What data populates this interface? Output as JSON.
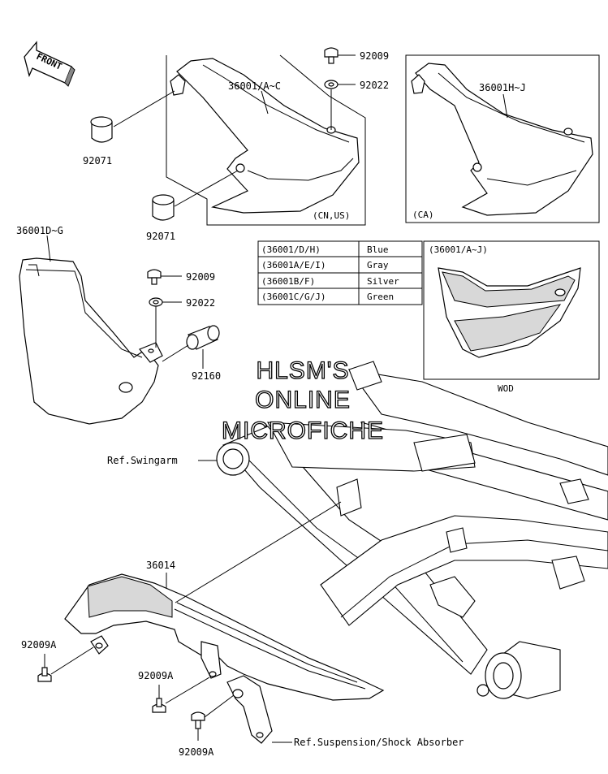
{
  "front_label": "FRONT",
  "callouts": {
    "bolt_top": "92009",
    "washer_top": "92022",
    "cover_cn_us": "36001/A~C",
    "cover_ca": "36001H~J",
    "grommet_upper": "92071",
    "grommet_lower": "92071",
    "cover_left": "36001D~G",
    "bolt_mid": "92009",
    "washer_mid": "92022",
    "collar": "92160",
    "ref_swingarm": "Ref.Swingarm",
    "chain_cover": "36014",
    "bolt_a_left": "92009A",
    "bolt_a_mid": "92009A",
    "bolt_a_bottom": "92009A",
    "ref_suspension": "Ref.Suspension/Shock Absorber"
  },
  "boxes": {
    "cn_us": "(CN,US)",
    "ca": "(CA)",
    "wod_header": "(36001/A~J)",
    "wod": "WOD"
  },
  "color_table": [
    {
      "code": "(36001/D/H)",
      "color": "Blue"
    },
    {
      "code": "(36001A/E/I)",
      "color": "Gray"
    },
    {
      "code": "(36001B/F)",
      "color": "Silver"
    },
    {
      "code": "(36001C/G/J)",
      "color": "Green"
    }
  ],
  "watermark": [
    "HLSM'S",
    "ONLINE",
    "MICROFICHE"
  ]
}
